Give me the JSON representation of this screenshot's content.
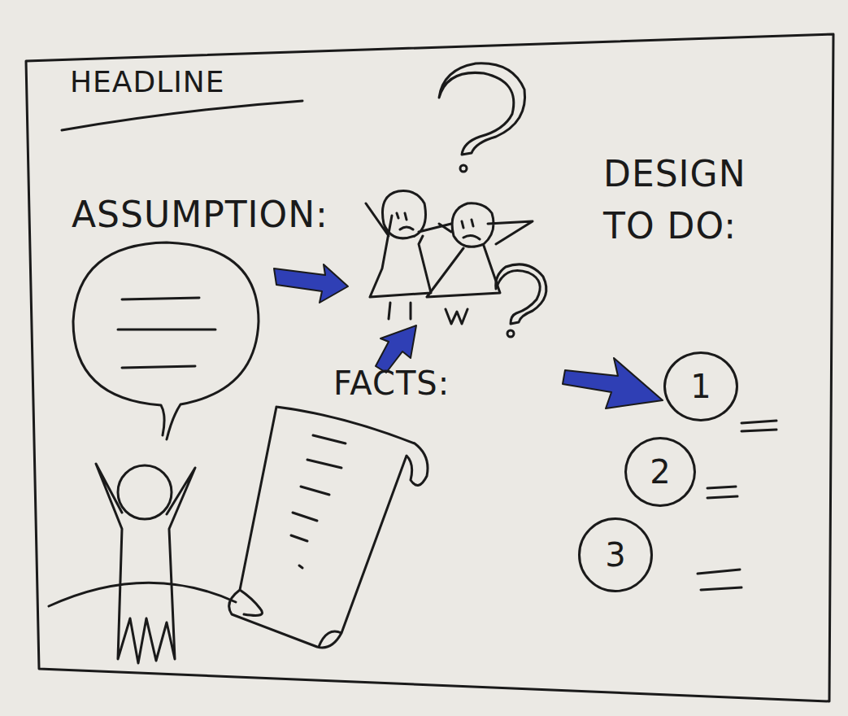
{
  "diagram": {
    "title": "HEADLINE",
    "nodes": [
      {
        "text": [
          "1"
        ]
      },
      {
        "text": [
          "2"
        ]
      },
      {
        "text": [
          "3"
        ]
      }
    ],
    "labels": [
      "ASSUMPTION:",
      "FACTS:",
      "DESIGN TO DO:"
    ]
  }
}
